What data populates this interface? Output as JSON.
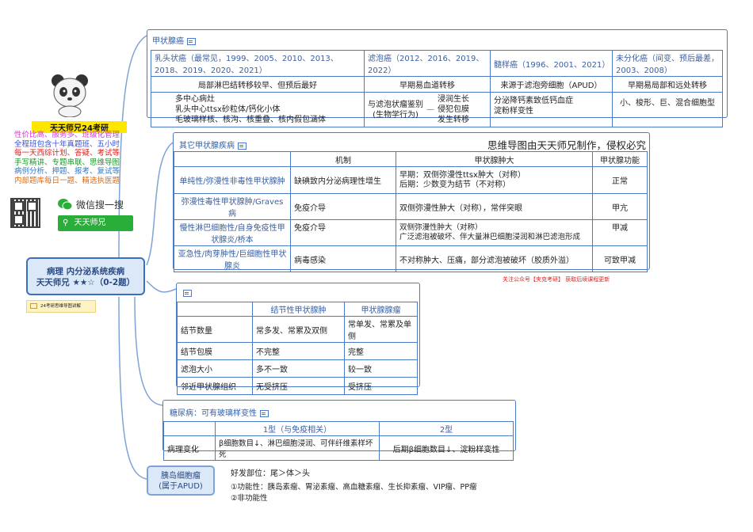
{
  "central": {
    "title": "病理 内分泌系统疾病",
    "subtitle": "天天师兄 ★★☆（0-2题）",
    "note": "24考研思维导图讲解"
  },
  "promo": {
    "name": "天天师兄24考研",
    "lines": [
      "性价比高、服务多、班级化管理",
      "全程班包含十年真题班、五小时",
      "每一天西综计划、答疑、考试等",
      "手写精讲、专题串联、思维导图",
      "病例分析、押题、报考、复试等",
      "内部题库每日一题、精选执医题"
    ],
    "wechat_label": "微信搜一搜",
    "search_text": "天天师兄"
  },
  "thyroid_cancer": {
    "title": "甲状腺癌",
    "columns": [
      {
        "head": "乳头状癌（最常见，1999、2005、2010、2013、2018、2019、2020、2021）",
        "feature": "局部淋巴结转移较早、但预后最好",
        "details": [
          "多中心病灶",
          "乳头中心ttsx砂粒体/钙化小体",
          "毛玻璃样核、核沟、核重叠、核内假包涵体"
        ]
      },
      {
        "head": "滤泡癌（2012、2016、2019、2022）",
        "feature": "早期易血道转移",
        "details": [
          "与滤泡状瘤鉴别",
          "(生物学行为)",
          "浸润生长",
          "侵犯包膜",
          "发生转移"
        ]
      },
      {
        "head": "髓样癌（1996、2001、2021）",
        "feature": "来源于滤泡旁细胞（APUD）",
        "details": [
          "分泌降钙素致低钙血症",
          "淀粉样变性"
        ]
      },
      {
        "head": "未分化癌（间变、预后最差，2003、2008）",
        "feature": "早期易局部和远处转移",
        "details": [
          "小、梭形、巨、混合细胞型"
        ]
      }
    ]
  },
  "other_thyroid": {
    "title": "其它甲状腺疾病",
    "watermark": "思维导图由天天师兄制作，侵权必究",
    "headers": [
      "机制",
      "甲状腺肿大",
      "甲状腺功能"
    ],
    "rows": [
      {
        "name": "单纯性/弥漫性非毒性甲状腺肿",
        "mechanism": "缺碘致内分泌病理性增生",
        "enlargement": [
          "早期：双侧弥漫性ttsx肿大（对称）",
          "后期：少数变为结节（不对称）"
        ],
        "function": "正常"
      },
      {
        "name": "弥漫性毒性甲状腺肿/Graves病",
        "mechanism": "免疫介导",
        "enlargement": [
          "双侧弥漫性肿大（对称），常伴突眼"
        ],
        "function": "甲亢"
      },
      {
        "name": "慢性淋巴细胞性/自身免疫性甲状腺炎/桥本",
        "mechanism": "免疫介导",
        "enlargement": [
          "双侧弥漫性肿大（对称）",
          "广泛滤泡被破坏、伴大量淋巴细胞浸润和淋巴滤泡形成"
        ],
        "function": "甲减"
      },
      {
        "name": "亚急性/肉芽肿性/巨细胞性甲状腺炎",
        "mechanism": "病毒感染",
        "enlargement": [
          "不对称肿大、压痛，部分滤泡被破坏（胶质外溢）"
        ],
        "function": "可致甲减"
      }
    ],
    "follow_note": "关注公众号【夹克考研】 获取后续课程更新"
  },
  "nodule_compare": {
    "headers": [
      "结节性甲状腺肿",
      "甲状腺腺瘤"
    ],
    "rows": [
      {
        "label": "结节数量",
        "a": "常多发、常累及双侧",
        "b": "常单发、常累及单侧"
      },
      {
        "label": "结节包膜",
        "a": "不完整",
        "b": "完整"
      },
      {
        "label": "滤泡大小",
        "a": "多不一致",
        "b": "较一致"
      },
      {
        "label": "邻近甲状腺组织",
        "a": "无受挤压",
        "b": "受挤压"
      }
    ]
  },
  "diabetes": {
    "title": "糖尿病：可有玻璃样变性",
    "headers": [
      "1型（与免疫相关）",
      "2型"
    ],
    "row_label": "病理变化",
    "type1": "β细胞数目↓、淋巴细胞浸润、可伴纤维素样坏死",
    "type2": "后期β细胞数目↓、淀粉样变性"
  },
  "islet": {
    "title": "胰岛细胞瘤",
    "subtitle": "(属于APUD)",
    "site": "好发部位：尾＞体＞头",
    "functional": "①功能性：胰岛素瘤、胃泌素瘤、高血糖素瘤、生长抑素瘤、VIP瘤、PP瘤",
    "nonfunctional": "②非功能性"
  },
  "colors": {
    "accent": "#4a7bc4",
    "connector": "#7fa3d6",
    "central_bg": "#dbe8f8"
  }
}
